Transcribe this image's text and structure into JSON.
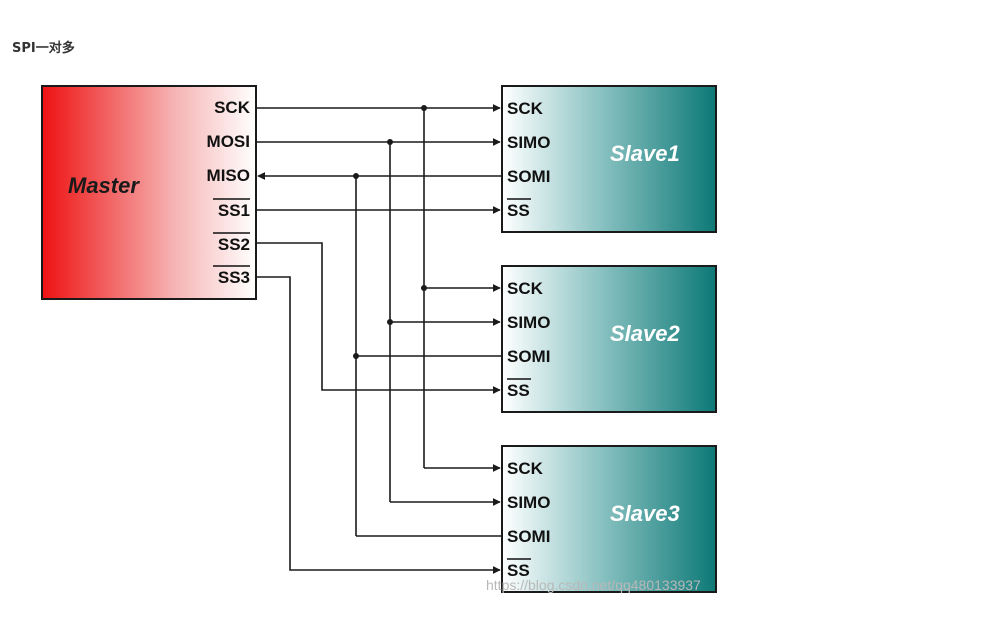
{
  "heading": "SPI一对多",
  "master": {
    "name": "Master",
    "pins": [
      "SCK",
      "MOSI",
      "MISO",
      "SS1",
      "SS2",
      "SS3"
    ]
  },
  "slaves": [
    {
      "name": "Slave1",
      "pins": [
        "SCK",
        "SIMO",
        "SOMI",
        "SS"
      ]
    },
    {
      "name": "Slave2",
      "pins": [
        "SCK",
        "SIMO",
        "SOMI",
        "SS"
      ]
    },
    {
      "name": "Slave3",
      "pins": [
        "SCK",
        "SIMO",
        "SOMI",
        "SS"
      ]
    }
  ],
  "watermark": "https://blog.csdn.net/qq480133937",
  "colors": {
    "master_gradient": [
      "#ee1111",
      "#f8c7c7",
      "#ffffff"
    ],
    "slave_gradient": [
      "#ffffff",
      "#7cbcbc",
      "#0d7a78"
    ],
    "wire": "#1a1a1a",
    "master_label": "#1a1a1a",
    "slave_label": "#ffffff"
  }
}
